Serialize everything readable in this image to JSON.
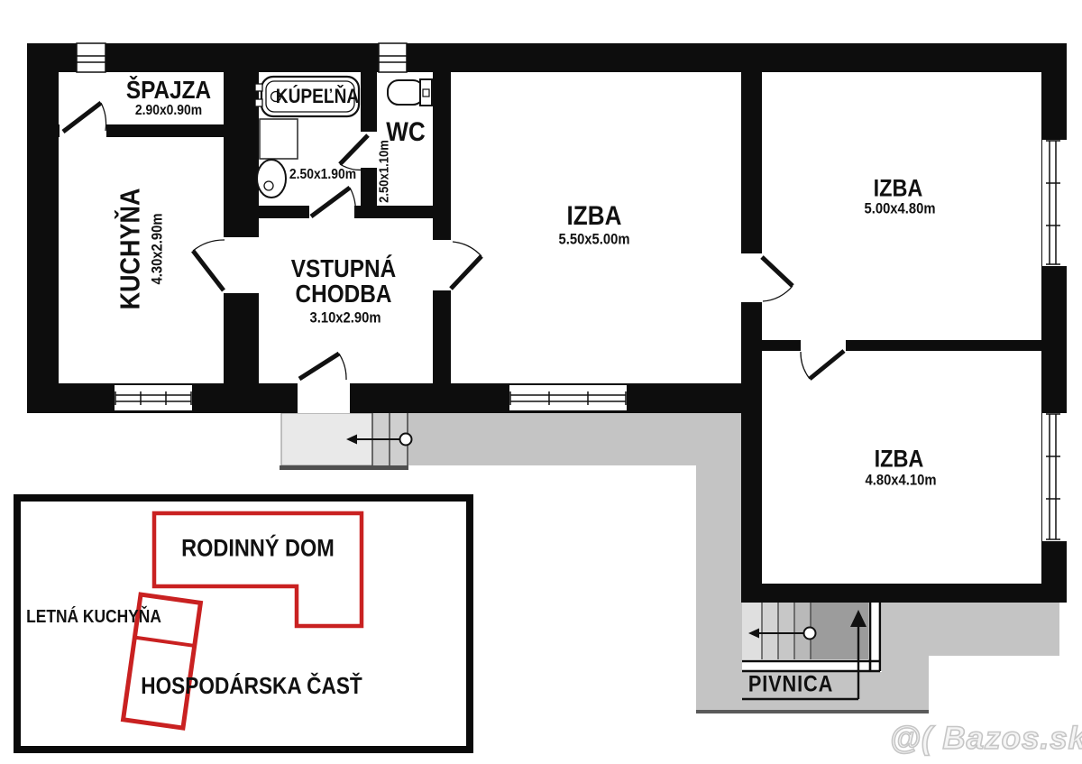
{
  "rooms": {
    "spajza": {
      "label": "ŠPAJZA",
      "dims": "2.90x0.90m"
    },
    "kuchyna": {
      "label": "KUCHYŇA",
      "dims": "4.30x2.90m"
    },
    "kupelna": {
      "label": "KÚPEĽŇA",
      "dims": "2.50x1.90m"
    },
    "wc": {
      "label": "WC",
      "dims": "2.50x1.10m"
    },
    "chodba": {
      "line1": "VSTUPNÁ",
      "line2": "CHODBA",
      "dims": "3.10x2.90m"
    },
    "izba_center": {
      "label": "IZBA",
      "dims": "5.50x5.00m"
    },
    "izba_top_right": {
      "label": "IZBA",
      "dims": "5.00x4.80m"
    },
    "izba_bottom_right": {
      "label": "IZBA",
      "dims": "4.80x4.10m"
    },
    "pivnica": {
      "label": "PIVNICA"
    }
  },
  "site_plan": {
    "house": "RODINNÝ DOM",
    "summer_kitchen": "LETNÁ KUCHYŇA",
    "outbuilding": "HOSPODÁRSKA ČASŤ"
  },
  "watermark": {
    "text": "@( Bazos.sk"
  },
  "colors": {
    "wall": "#0d0d0d",
    "room_fill": "#ffffff",
    "walkway": "#c4c4c4",
    "porch": "#e9e9e9",
    "stair_landing": "#9c9c9c",
    "red_outline": "#c92121",
    "watermark_gray": "#c6c6c6"
  }
}
